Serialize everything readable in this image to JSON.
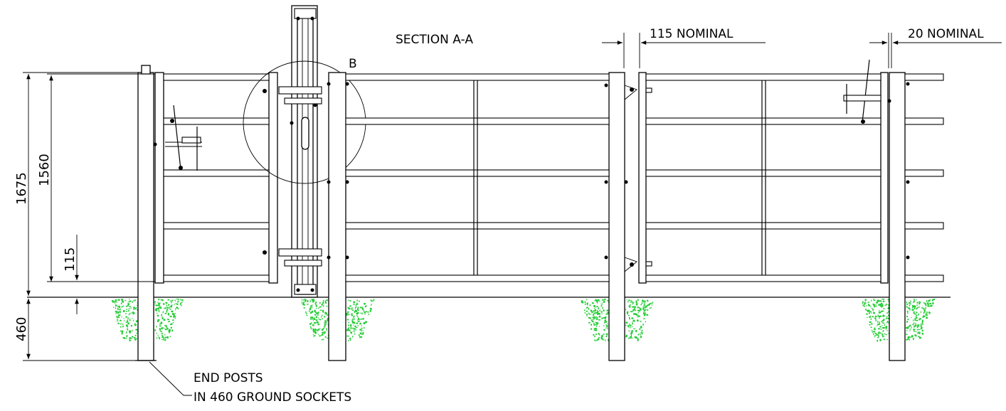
{
  "labels": {
    "section_title": "SECTION A-A",
    "detail_ref": "B",
    "dim_115_nominal": "115 NOMINAL",
    "dim_20_nominal": "20 NOMINAL",
    "dim_1675": "1675",
    "dim_1560": "1560",
    "dim_115": "115",
    "dim_460": "460",
    "note_line1": "END POSTS",
    "note_line2": "IN 460 GROUND SOCKETS"
  },
  "colors": {
    "line": "#000000",
    "ground_fill": "#22cc33"
  }
}
